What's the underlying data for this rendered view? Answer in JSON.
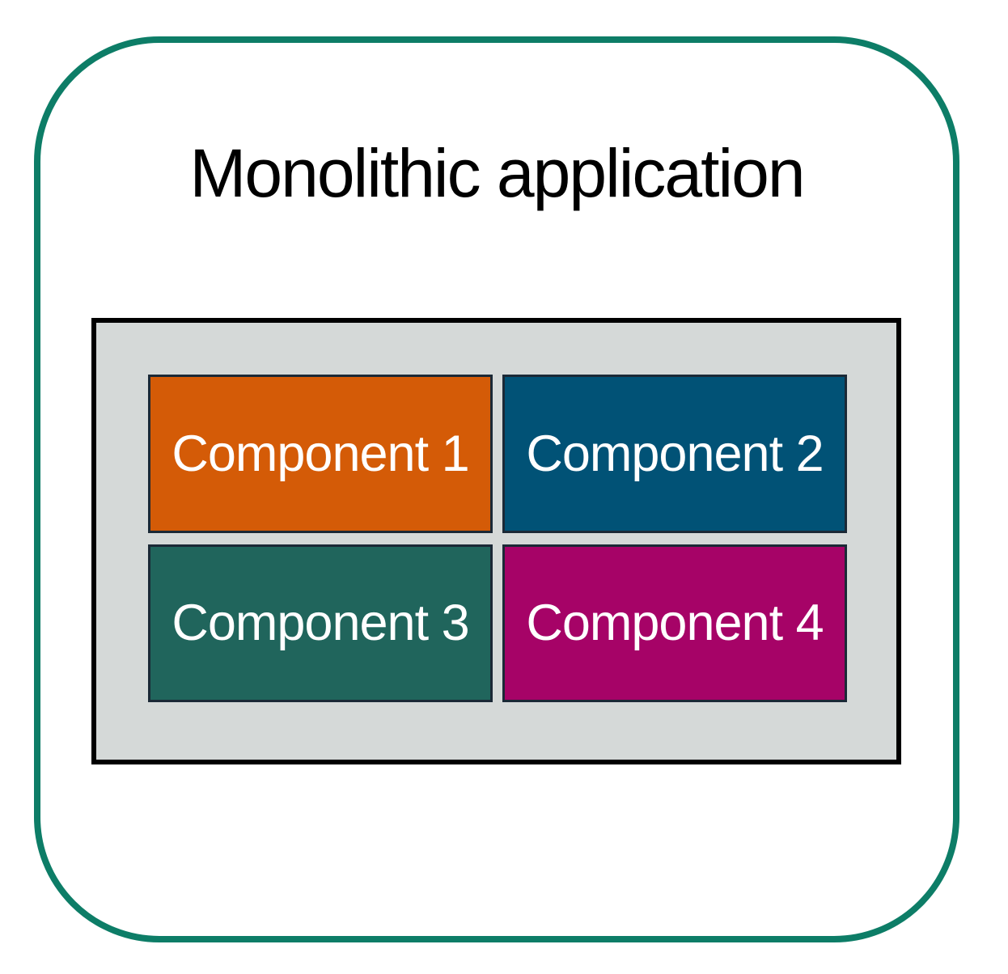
{
  "diagram": {
    "title": "Monolithic application",
    "components": [
      {
        "label": "Component 1",
        "color": "#d45b07"
      },
      {
        "label": "Component 2",
        "color": "#015276"
      },
      {
        "label": "Component 3",
        "color": "#20655c"
      },
      {
        "label": "Component 4",
        "color": "#a60367"
      }
    ],
    "colors": {
      "frame_border": "#0d7d67",
      "container_fill": "#d5d9d8",
      "container_border": "#000000",
      "component_border": "#1b2936",
      "component_text": "#ffffff",
      "title_text": "#000000",
      "page_background": "#ffffff"
    }
  }
}
